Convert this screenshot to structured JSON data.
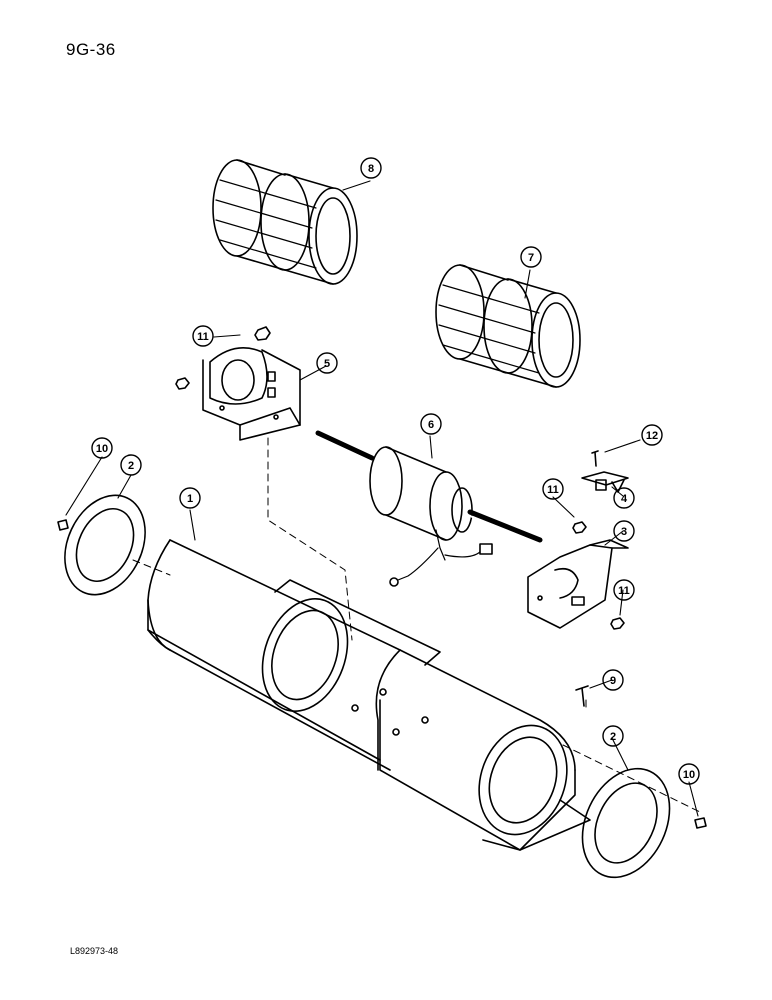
{
  "page": {
    "number": "9G-36",
    "drawing_code": "L892973-48"
  },
  "callouts": {
    "c1": "1",
    "c2a": "2",
    "c2b": "2",
    "c3": "3",
    "c4": "4",
    "c5": "5",
    "c6": "6",
    "c7": "7",
    "c8": "8",
    "c9": "9",
    "c10a": "10",
    "c10b": "10",
    "c11a": "11",
    "c11b": "11",
    "c11c": "11",
    "c12": "12"
  }
}
